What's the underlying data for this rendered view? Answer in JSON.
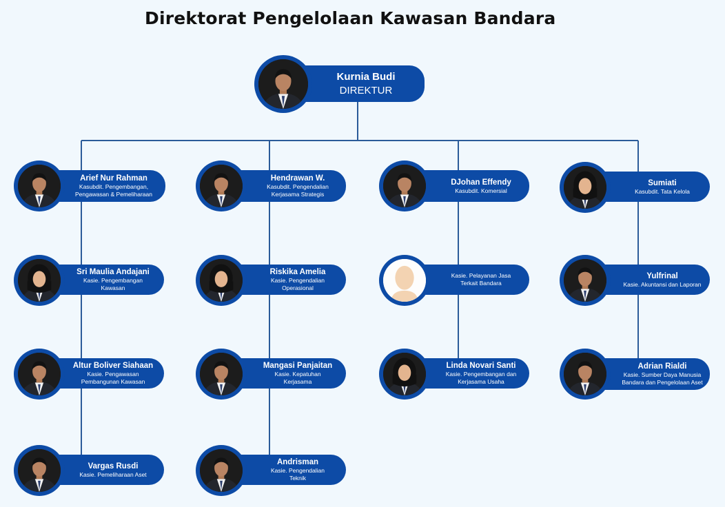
{
  "title": "Direktorat Pengelolaan Kawasan Bandara",
  "colors": {
    "accent": "#0d4ba6",
    "line": "#2b5b99",
    "background": "#f1f8fd"
  },
  "director": {
    "name": "Kurnia Budi",
    "role": "DIREKTUR",
    "photo": "person-photo"
  },
  "columns": [
    {
      "head": {
        "name": "Arief Nur Rahman",
        "role": "Kasubdit. Pengembangan,\nPengawasan & Pemeliharaan",
        "photo": "person-photo"
      },
      "members": [
        {
          "name": "Sri Maulia Andajani",
          "role": "Kasie. Pengembangan\nKawasan",
          "photo": "person-photo-hijab"
        },
        {
          "name": "Altur Boliver Siahaan",
          "role": "Kasie. Pengawasan\nPembangunan Kawasan",
          "photo": "person-photo"
        },
        {
          "name": "Vargas Rusdi",
          "role": "Kasie. Pemeliharaan Aset",
          "photo": "person-photo"
        }
      ]
    },
    {
      "head": {
        "name": "Hendrawan W.",
        "role": "Kasubdit. Pengendalian\nKerjasama Strategis",
        "photo": "person-photo"
      },
      "members": [
        {
          "name": "Riskika Amelia",
          "role": "Kasie. Pengendalian\nOperasional",
          "photo": "person-photo-hijab"
        },
        {
          "name": "Mangasi Panjaitan",
          "role": "Kasie. Kepatuhan\nKerjasama",
          "photo": "person-photo"
        },
        {
          "name": "Andrisman",
          "role": "Kasie. Pengendalian\nTeknik",
          "photo": "person-photo"
        }
      ]
    },
    {
      "head": {
        "name": "DJohan Effendy",
        "role": "Kasubdit. Komersial",
        "photo": "person-photo"
      },
      "members": [
        {
          "name": "",
          "role": "Kasie. Pelayanan Jasa\nTerkait Bandara",
          "photo": "placeholder-avatar"
        },
        {
          "name": "Linda Novari Santi",
          "role": "Kasie. Pengembangan dan\nKerjasama Usaha",
          "photo": "person-photo-hijab"
        }
      ]
    },
    {
      "head": {
        "name": "Sumiati",
        "role": "Kasubdit. Tata Kelola",
        "photo": "person-photo-hijab"
      },
      "members": [
        {
          "name": "Yulfrinal",
          "role": "Kasie. Akuntansi dan Laporan",
          "photo": "person-photo"
        },
        {
          "name": "Adrian Rialdi",
          "role": "Kasie. Sumber Daya Manusia\nBandara dan Pengelolaan Aset",
          "photo": "person-photo"
        }
      ]
    }
  ]
}
